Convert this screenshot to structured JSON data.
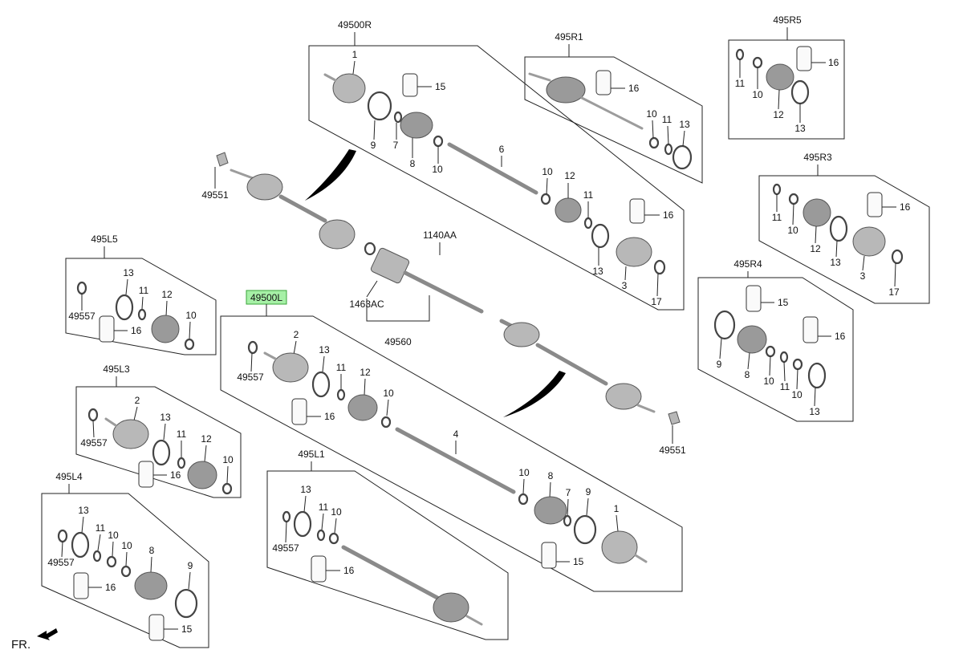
{
  "diagram": {
    "labels": {
      "g_49500R": "49500R",
      "g_495R1": "495R1",
      "g_495R5": "495R5",
      "g_495R3": "495R3",
      "g_495R4": "495R4",
      "g_495L5": "495L5",
      "g_49500L": "49500L",
      "g_495L3": "495L3",
      "g_495L1": "495L1",
      "g_495L4": "495L4",
      "p_49551": "49551",
      "p_1140AA": "1140AA",
      "p_1463AC": "1463AC",
      "p_49560": "49560",
      "p_49557": "49557",
      "n1": "1",
      "n2": "2",
      "n3": "3",
      "n4": "4",
      "n6": "6",
      "n7": "7",
      "n8": "8",
      "n9": "9",
      "n10": "10",
      "n11": "11",
      "n12": "12",
      "n13": "13",
      "n15": "15",
      "n16": "16",
      "n17": "17"
    },
    "highlighted_group": "49500L",
    "highlight_color": "#a6f0a6",
    "direction_label": "FR.",
    "direction_icon": "arrow-icon"
  }
}
